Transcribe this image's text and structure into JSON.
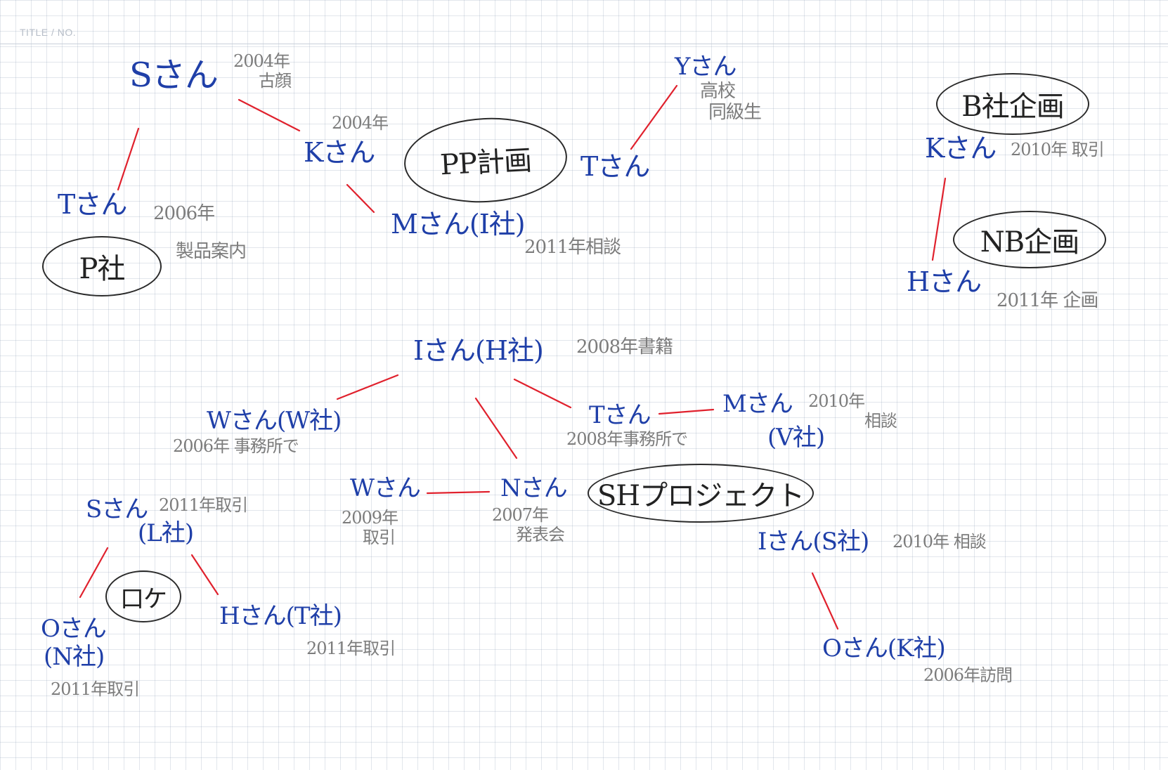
{
  "header": {
    "title_label": "TITLE / NO."
  },
  "colors": {
    "person": "#1f3fa8",
    "note": "#7c7c7c",
    "link": "#e0212d",
    "oval": "#2a2a2a",
    "grid": "#c5ccd6"
  },
  "groups": {
    "pp": "PP計画",
    "p_company": "P社",
    "b_plan": "B社企画",
    "nb_plan": "NB企画",
    "sh_project": "SHプロジェクト",
    "kai": "口ケ"
  },
  "people": {
    "s1": "Sさん",
    "k1": "Kさん",
    "t1": "Tさん",
    "m1": "Mさん(I社)",
    "y1": "Yさん",
    "t2": "Tさん",
    "k2": "Kさん",
    "h1": "Hさん",
    "i1": "Iさん(H社)",
    "w1": "Wさん(W社)",
    "t3": "Tさん",
    "m2": "Mさん",
    "m2b": "(V社)",
    "w2": "Wさん",
    "n1": "Nさん",
    "s2": "Sさん",
    "s2b": "(L社)",
    "o1": "Oさん",
    "o1b": "(N社)",
    "h2": "Hさん(T社)",
    "i2": "Iさん(S社)",
    "o2": "Oさん(K社)"
  },
  "notes": {
    "s1": [
      "2004年",
      "古顔"
    ],
    "k1": [
      "2004年"
    ],
    "t1": [
      "2006年"
    ],
    "p_company": [
      "製品案内"
    ],
    "m1": [
      "2011年相談"
    ],
    "y1": [
      "高校",
      "同級生"
    ],
    "k2": [
      "2010年 取引"
    ],
    "h1": [
      "2011年 企画"
    ],
    "i1": [
      "2008年書籍"
    ],
    "w1": [
      "2006年 事務所で"
    ],
    "t3": [
      "2008年事務所で"
    ],
    "m2": [
      "2010年",
      "相談"
    ],
    "w2": [
      "2009年",
      "取引"
    ],
    "n1": [
      "2007年",
      "発表会"
    ],
    "s2": [
      "2011年取引"
    ],
    "o1": [
      "2011年取引"
    ],
    "h2": [
      "2011年取引"
    ],
    "i2": [
      "2010年 相談"
    ],
    "o2": [
      "2006年訪問"
    ]
  }
}
